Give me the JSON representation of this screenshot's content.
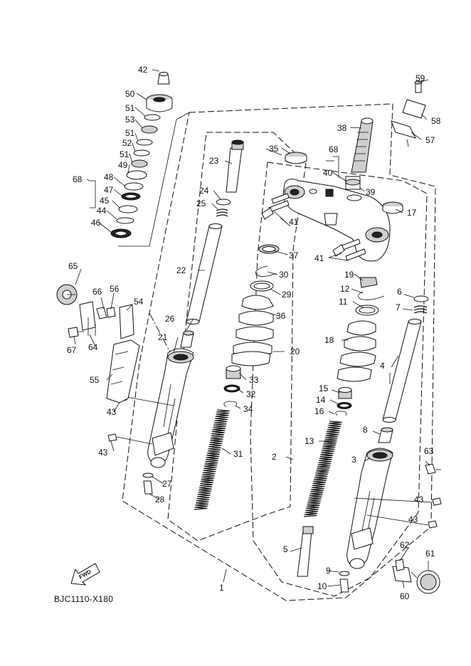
{
  "diagram_code": "BJC1110-X180",
  "fwd_label": "FWD",
  "callouts": {
    "n1": "1",
    "n2": "2",
    "n3": "3",
    "n4": "4",
    "n5": "5",
    "n6": "6",
    "n7": "7",
    "n8": "8",
    "n9": "9",
    "n10": "10",
    "n11": "11",
    "n12": "12",
    "n13": "13",
    "n14": "14",
    "n15": "15",
    "n16": "16",
    "n17": "17",
    "n18": "18",
    "n19": "19",
    "n20": "20",
    "n21": "21",
    "n22": "22",
    "n23": "23",
    "n24": "24",
    "n25": "25",
    "n26": "26",
    "n27": "27",
    "n28": "28",
    "n29": "29",
    "n30": "30",
    "n31": "31",
    "n32": "32",
    "n33": "33",
    "n34": "34",
    "n35": "35",
    "n36": "36",
    "n37": "37",
    "n38": "38",
    "n39": "39",
    "n40": "40",
    "n41": "41",
    "n42": "42",
    "n43": "43",
    "n44": "44",
    "n45": "45",
    "n46": "46",
    "n47": "47",
    "n48": "48",
    "n49": "49",
    "n50": "50",
    "n51": "51",
    "n52": "52",
    "n53": "53",
    "n54": "54",
    "n55": "55",
    "n56": "56",
    "n57": "57",
    "n58": "58",
    "n59": "59",
    "n60": "60",
    "n61": "61",
    "n62": "62",
    "n63": "63",
    "n64": "64",
    "n65": "65",
    "n66": "66",
    "n67": "67",
    "n68": "68"
  }
}
